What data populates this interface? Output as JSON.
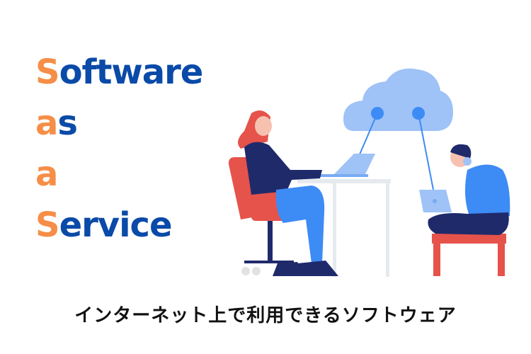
{
  "heading": {
    "lines": [
      {
        "initial": "S",
        "rest": "oftware"
      },
      {
        "initial": "a",
        "rest": "s"
      },
      {
        "initial": "a",
        "rest": ""
      },
      {
        "initial": "S",
        "rest": "ervice"
      }
    ]
  },
  "subtitle": "インターネット上で利用できるソフトウェア",
  "colors": {
    "accent": "#f68e48",
    "primary": "#0a4aa8",
    "cloud": "#9fc2f7",
    "node": "#3d8bf5",
    "chair": "#e5534b"
  },
  "illustration": {
    "cloud-icon": "cloud",
    "people": [
      "woman-at-desk-with-laptop",
      "man-with-headphones-on-stool-with-laptop"
    ]
  }
}
